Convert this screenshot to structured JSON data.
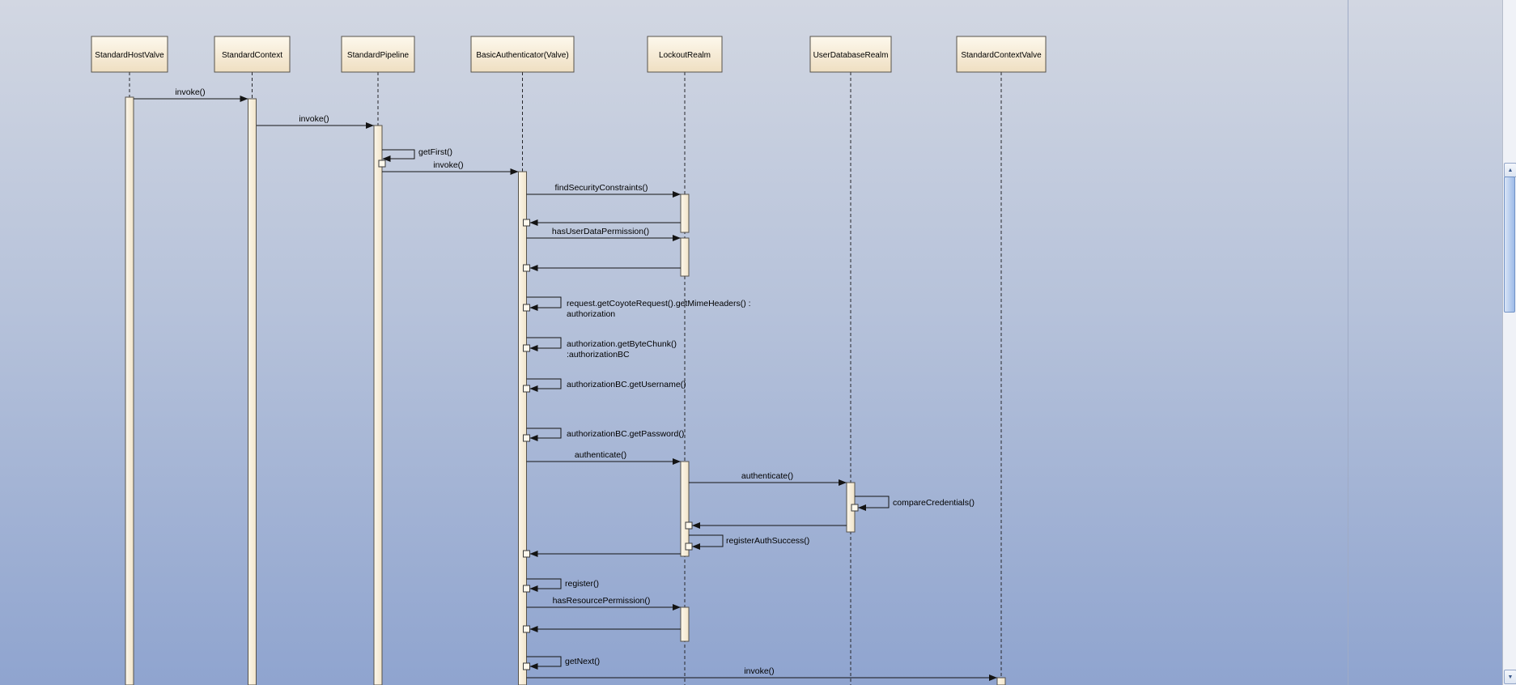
{
  "diagram": {
    "participants": [
      {
        "name": "StandardHostValve"
      },
      {
        "name": "StandardContext"
      },
      {
        "name": "StandardPipeline"
      },
      {
        "name": "BasicAuthenticator(Valve)"
      },
      {
        "name": "LockoutRealm"
      },
      {
        "name": "UserDatabaseRealm"
      },
      {
        "name": "StandardContextValve"
      }
    ],
    "messages": [
      {
        "type": "call",
        "label": "invoke()",
        "from": "StandardHostValve",
        "to": "StandardContext"
      },
      {
        "type": "call",
        "label": "invoke()",
        "from": "StandardContext",
        "to": "StandardPipeline"
      },
      {
        "type": "self",
        "label": "getFirst()",
        "from": "StandardPipeline",
        "to": "StandardPipeline"
      },
      {
        "type": "call",
        "label": "invoke()",
        "from": "StandardPipeline",
        "to": "BasicAuthenticator(Valve)"
      },
      {
        "type": "call",
        "label": "findSecurityConstraints()",
        "from": "BasicAuthenticator(Valve)",
        "to": "LockoutRealm"
      },
      {
        "type": "return",
        "from": "LockoutRealm",
        "to": "BasicAuthenticator(Valve)"
      },
      {
        "type": "call",
        "label": "hasUserDataPermission()",
        "from": "BasicAuthenticator(Valve)",
        "to": "LockoutRealm"
      },
      {
        "type": "return",
        "from": "LockoutRealm",
        "to": "BasicAuthenticator(Valve)"
      },
      {
        "type": "self",
        "label": "request.getCoyoteRequest().getMimeHeaders() :",
        "label2": "authorization",
        "from": "BasicAuthenticator(Valve)",
        "to": "BasicAuthenticator(Valve)"
      },
      {
        "type": "self",
        "label": "authorization.getByteChunk()",
        "label2": ":authorizationBC",
        "from": "BasicAuthenticator(Valve)",
        "to": "BasicAuthenticator(Valve)"
      },
      {
        "type": "self",
        "label": "authorizationBC.getUsername()",
        "from": "BasicAuthenticator(Valve)",
        "to": "BasicAuthenticator(Valve)"
      },
      {
        "type": "self",
        "label": "authorizationBC.getPassword()",
        "from": "BasicAuthenticator(Valve)",
        "to": "BasicAuthenticator(Valve)"
      },
      {
        "type": "call",
        "label": "authenticate()",
        "from": "BasicAuthenticator(Valve)",
        "to": "LockoutRealm"
      },
      {
        "type": "call",
        "label": "authenticate()",
        "from": "LockoutRealm",
        "to": "UserDatabaseRealm"
      },
      {
        "type": "self",
        "label": "compareCredentials()",
        "from": "UserDatabaseRealm",
        "to": "UserDatabaseRealm"
      },
      {
        "type": "return",
        "from": "UserDatabaseRealm",
        "to": "LockoutRealm"
      },
      {
        "type": "self",
        "label": "registerAuthSuccess()",
        "from": "LockoutRealm",
        "to": "LockoutRealm"
      },
      {
        "type": "return",
        "from": "LockoutRealm",
        "to": "BasicAuthenticator(Valve)"
      },
      {
        "type": "self",
        "label": "register()",
        "from": "BasicAuthenticator(Valve)",
        "to": "BasicAuthenticator(Valve)"
      },
      {
        "type": "call",
        "label": "hasResourcePermission()",
        "from": "BasicAuthenticator(Valve)",
        "to": "LockoutRealm"
      },
      {
        "type": "return",
        "from": "LockoutRealm",
        "to": "BasicAuthenticator(Valve)"
      },
      {
        "type": "self",
        "label": "getNext()",
        "from": "BasicAuthenticator(Valve)",
        "to": "BasicAuthenticator(Valve)"
      },
      {
        "type": "call",
        "label": "invoke()",
        "from": "BasicAuthenticator(Valve)",
        "to": "StandardContextValve"
      }
    ],
    "colors": {
      "participant_fill": "#f6ecd6",
      "background_top": "#d2d7e2",
      "background_bottom": "#8fa4cf"
    }
  },
  "icons": {
    "up": "▲",
    "down": "▼"
  }
}
